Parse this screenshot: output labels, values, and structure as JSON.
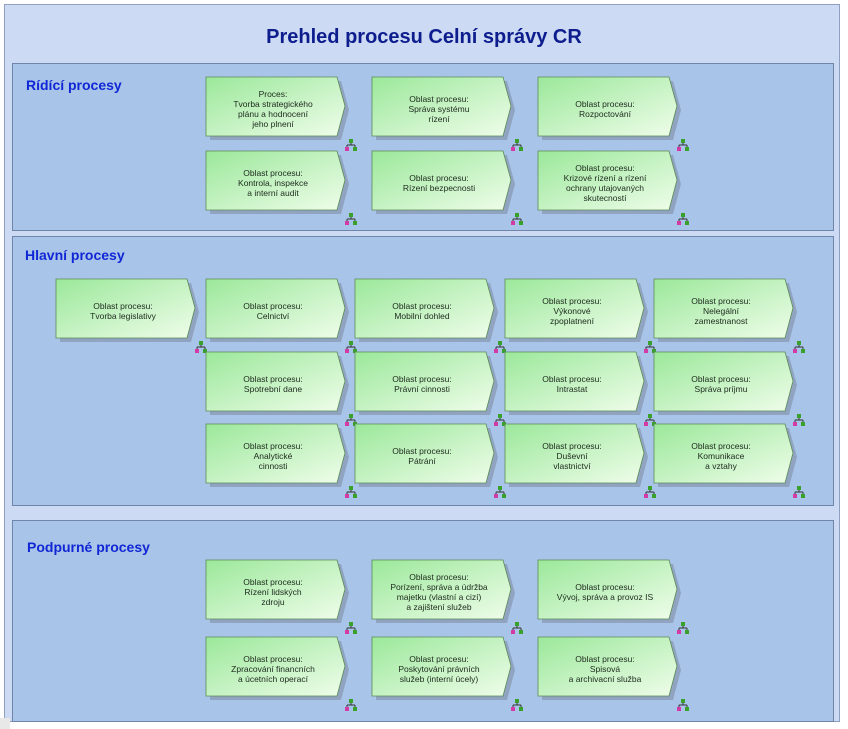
{
  "title": "Prehled procesu Celní správy CR",
  "colors": {
    "background": "#ccdaf3",
    "group_fill": "#a8c4e8",
    "title_text": "#0d1d8e",
    "group_title_text": "#1127d6",
    "box_fill_light": "#effdea",
    "box_fill_dark": "#9be89a",
    "marker_green": "#3aa02c",
    "marker_pink": "#d43aa6"
  },
  "groups": [
    {
      "label": "Rídící procesy",
      "boxes": [
        {
          "label": "Proces:\nTvorba strategického\nplánu a hodnocení\njeho plnení"
        },
        {
          "label": "Oblast procesu:\nSpráva systému\nrízení"
        },
        {
          "label": "Oblast procesu:\nRozpoctování"
        },
        {
          "label": "Oblast procesu:\nKontrola, inspekce\na interní audit"
        },
        {
          "label": "Oblast procesu:\nRízení bezpecnosti"
        },
        {
          "label": "Oblast procesu:\nKrizové rízení a rízení\nochrany utajovaných\nskutecností"
        }
      ]
    },
    {
      "label": "Hlavní procesy",
      "boxes": [
        {
          "label": "Oblast procesu:\nTvorba legislativy"
        },
        {
          "label": "Oblast procesu:\nCelnictví"
        },
        {
          "label": "Oblast procesu:\nMobilní dohled"
        },
        {
          "label": "Oblast procesu:\nVýkonové\nzpoplatnení"
        },
        {
          "label": "Oblast procesu:\nNelegální\nzamestnanost"
        },
        {
          "label": "Oblast procesu:\nSpotrební dane"
        },
        {
          "label": "Oblast procesu:\nPrávní cinnosti"
        },
        {
          "label": "Oblast procesu:\nIntrastat"
        },
        {
          "label": "Oblast procesu:\nSpráva príjmu"
        },
        {
          "label": "Oblast procesu:\nAnalytické\ncinnosti"
        },
        {
          "label": "Oblast procesu:\nPátrání"
        },
        {
          "label": "Oblast procesu:\nDuševní\nvlastnictví"
        },
        {
          "label": "Oblast procesu:\nKomunikace\na vztahy"
        }
      ]
    },
    {
      "label": "Podpurné procesy",
      "boxes": [
        {
          "label": "Oblast procesu:\nRízení lidských\nzdroju"
        },
        {
          "label": "Oblast procesu:\nPorízení, správa a údržba\nmajetku (vlastní a cizí)\na zajištení služeb"
        },
        {
          "label": "Oblast procesu:\nVývoj, správa a provoz IS"
        },
        {
          "label": "Oblast procesu:\nZpracování financních\na úcetních operací"
        },
        {
          "label": "Oblast procesu:\nPoskytování právních\nslužeb (interní úcely)"
        },
        {
          "label": "Oblast procesu:\nSpisová\na archivacní služba"
        }
      ]
    }
  ]
}
